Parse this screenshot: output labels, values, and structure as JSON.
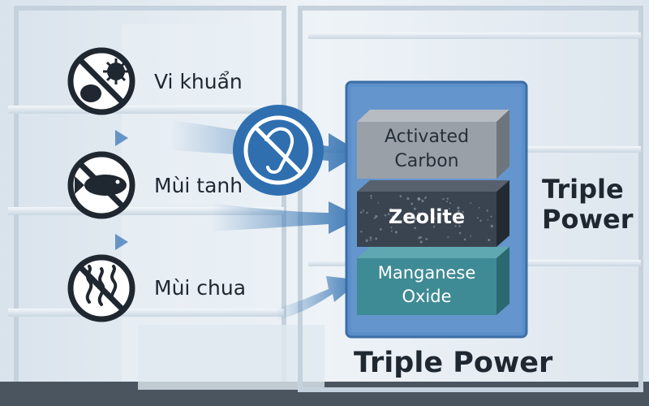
{
  "items": [
    {
      "label": "Vi khuẩn",
      "icon": "no-bacteria-icon"
    },
    {
      "label": "Mùi tanh",
      "icon": "no-fish-icon"
    },
    {
      "label": "Mùi chua",
      "icon": "no-sour-smell-icon"
    }
  ],
  "center_icon": "no-odor-icon",
  "filter_layers": [
    {
      "line1": "Activated",
      "line2": "Carbon",
      "color": "#9aa0a8"
    },
    {
      "line1": "Zeolite",
      "line2": "",
      "color": "#3a4450"
    },
    {
      "line1": "Manganese",
      "line2": "Oxide",
      "color": "#3f8b95"
    }
  ],
  "side_title": {
    "line1": "Triple",
    "line2": "Power"
  },
  "bottom_title": "Triple Power",
  "colors": {
    "background": "#e6edf3",
    "frame_blue": "#4a7fb8",
    "arrow_blue": "#2f6fb0",
    "icon_dark": "#1f2731"
  }
}
